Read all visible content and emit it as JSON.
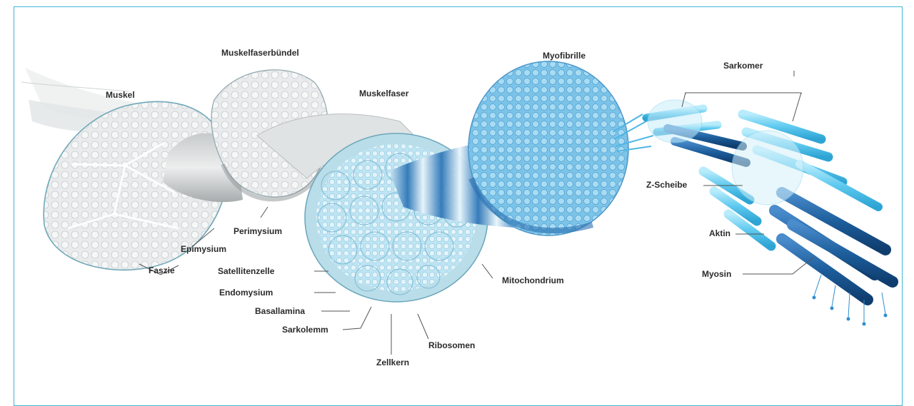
{
  "colors": {
    "frame": "#3fb6d3",
    "muscle_gray": "#d9dcdd",
    "fiber_blue": "#9fd6ea",
    "myofibril_blue": "#5aaedd",
    "myosin_dark": "#1b5f98",
    "actin_light": "#55c3ea"
  },
  "labels": {
    "muskel": "Muskel",
    "muskelfaserbuendel": "Muskelfaserbündel",
    "muskelfaser": "Muskelfaser",
    "myofibrille": "Myofibrille",
    "sarkomer": "Sarkomer",
    "z_scheibe": "Z-Scheibe",
    "aktin": "Aktin",
    "myosin": "Myosin",
    "perimysium": "Perimysium",
    "epimysium": "Epimysium",
    "faszie": "Faszie",
    "satellitenzelle": "Satellitenzelle",
    "endomysium": "Endomysium",
    "basallamina": "Basallamina",
    "sarkolemm": "Sarkolemm",
    "zellkern": "Zellkern",
    "ribosomen": "Ribosomen",
    "mitochondrium": "Mitochondrium"
  }
}
